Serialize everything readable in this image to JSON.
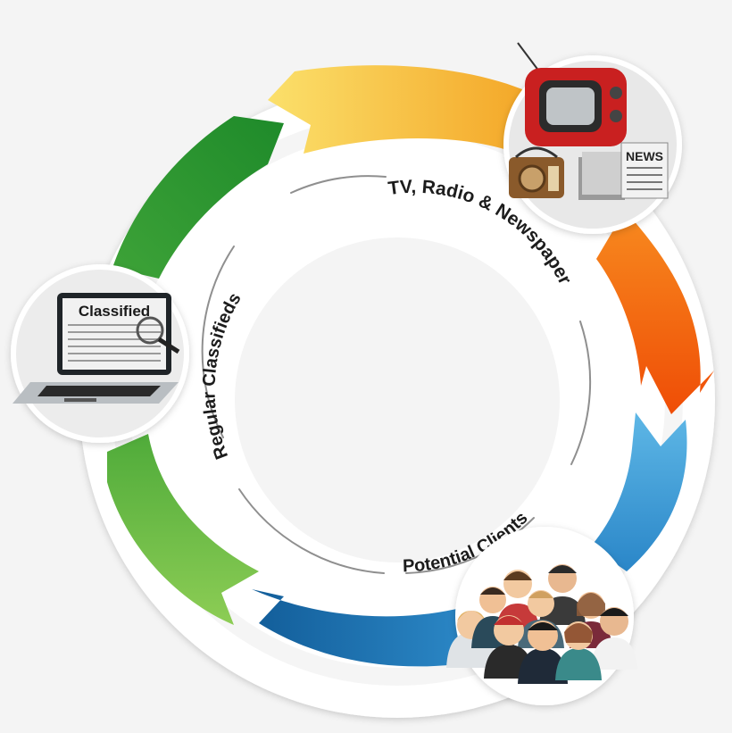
{
  "labels": {
    "media": "TV, Radio & Newspaper",
    "clients": "Potential Clients",
    "classifieds": "Regular Classifieds"
  },
  "icons": {
    "media_news_text": "NEWS",
    "classified_screen_text": "Classified"
  },
  "colors": {
    "yellow": "#f6c243",
    "orange": "#f46a12",
    "blue_light": "#4aa3d9",
    "blue_dark": "#1a6fae",
    "green_light": "#7cc349",
    "green_dark": "#2e9b2e",
    "ring": "#ffffff",
    "inner_line": "#8f8f8f"
  }
}
